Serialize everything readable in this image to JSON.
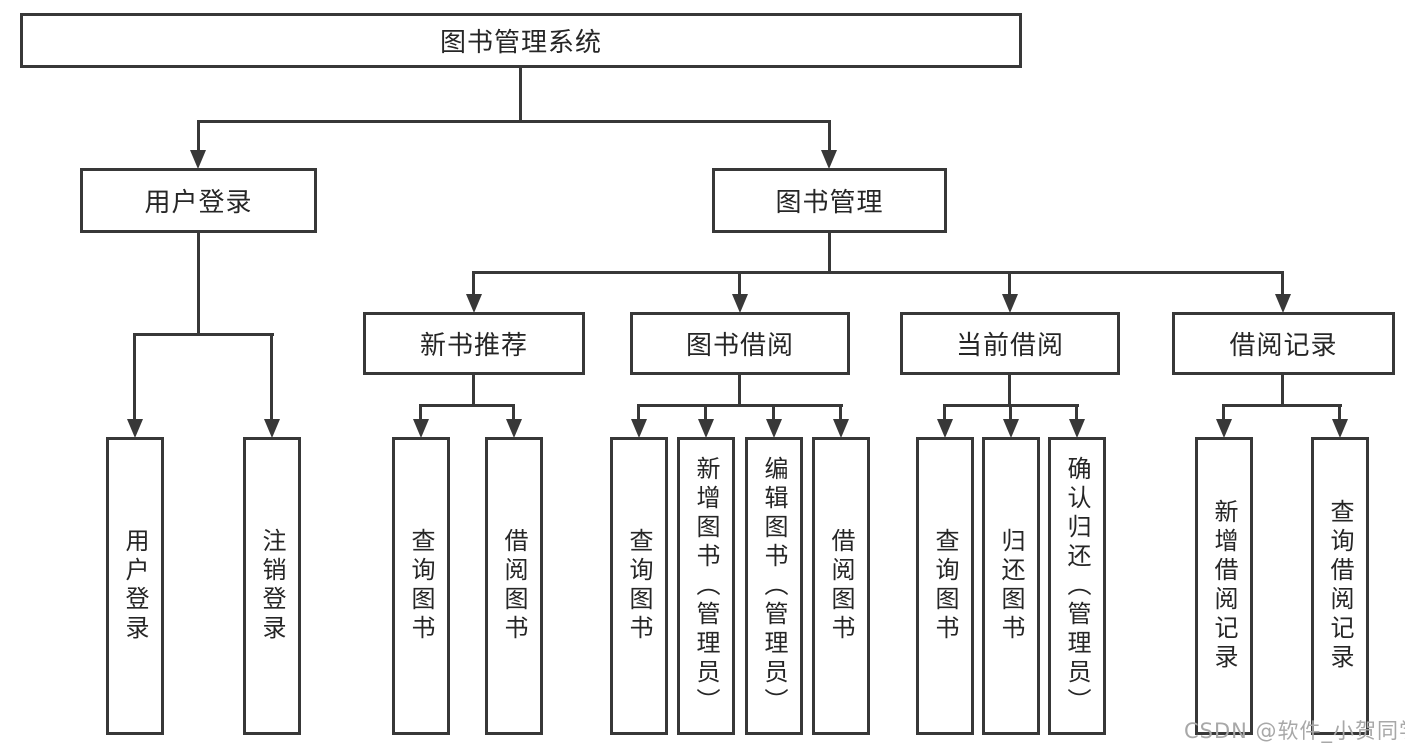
{
  "diagram": {
    "title_node": "图书管理系统",
    "level2": [
      "用户登录",
      "图书管理"
    ],
    "level3": [
      "新书推荐",
      "图书借阅",
      "当前借阅",
      "借阅记录"
    ],
    "leaves_user_login": [
      "用户登录",
      "注销登录"
    ],
    "leaves_new_book": [
      "查询图书",
      "借阅图书"
    ],
    "leaves_book_borrow": [
      "查询图书",
      "新增图书（管理员）",
      "编辑图书（管理员）",
      "借阅图书"
    ],
    "leaves_current_borrow": [
      "查询图书",
      "归还图书",
      "确认归还（管理员）"
    ],
    "leaves_borrow_record": [
      "新增借阅记录",
      "查询借阅记录"
    ]
  },
  "watermark": {
    "text": "CSDN @软件_小贺同学"
  },
  "colors": {
    "line": "#383838",
    "text": "#262626",
    "watermark_text": "#a8a8a8",
    "background": "#ffffff"
  }
}
